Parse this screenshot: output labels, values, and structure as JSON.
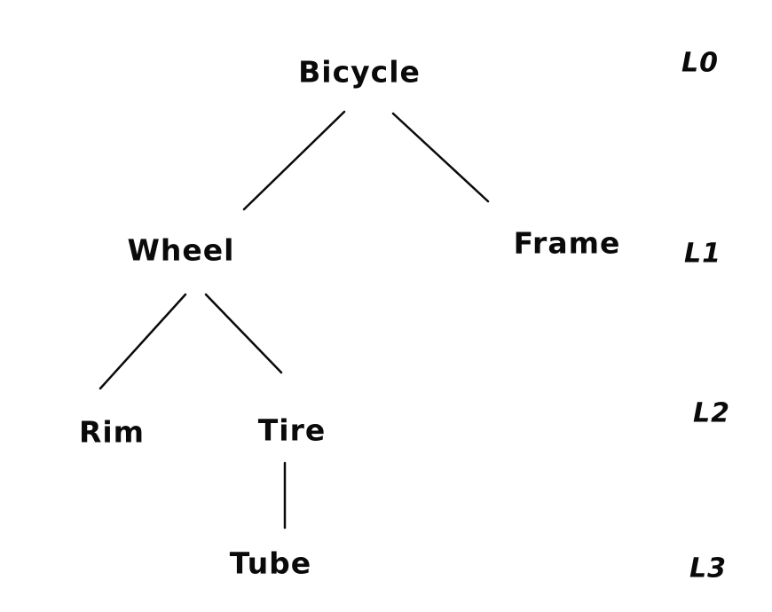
{
  "diagram": {
    "type": "tree",
    "root": "Bicycle",
    "nodes": {
      "bicycle": {
        "label": "Bicycle",
        "level": "L0"
      },
      "wheel": {
        "label": "Wheel",
        "level": "L1"
      },
      "frame": {
        "label": "Frame",
        "level": "L1"
      },
      "rim": {
        "label": "Rim",
        "level": "L2"
      },
      "tire": {
        "label": "Tire",
        "level": "L2"
      },
      "tube": {
        "label": "Tube",
        "level": "L3"
      }
    },
    "edges": [
      {
        "from": "Bicycle",
        "to": "Wheel"
      },
      {
        "from": "Bicycle",
        "to": "Frame"
      },
      {
        "from": "Wheel",
        "to": "Rim"
      },
      {
        "from": "Wheel",
        "to": "Tire"
      },
      {
        "from": "Tire",
        "to": "Tube"
      }
    ],
    "level_labels": [
      {
        "text": "L0"
      },
      {
        "text": "L1"
      },
      {
        "text": "L2"
      },
      {
        "text": "L3"
      }
    ],
    "colors": {
      "ink": "#0a0a0a",
      "background": "#ffffff"
    }
  }
}
